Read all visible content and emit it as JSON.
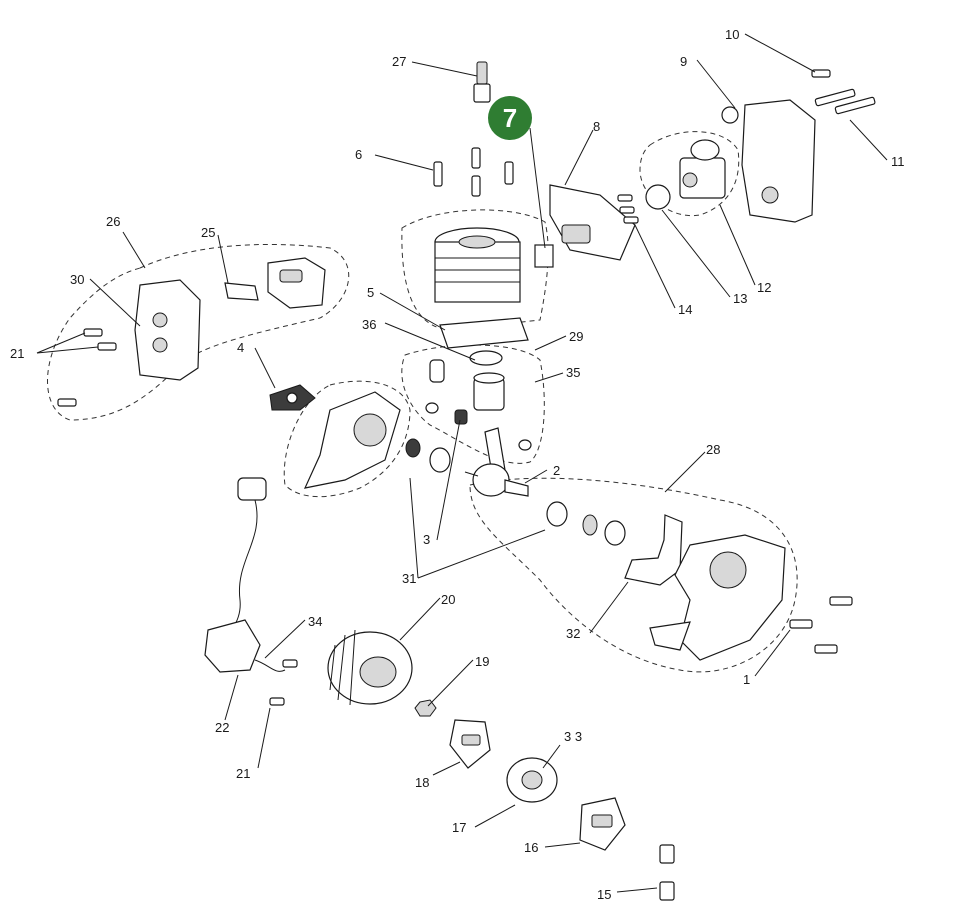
{
  "badge": {
    "label": "7",
    "color": "#2f7d32"
  },
  "callouts": [
    {
      "id": "c1",
      "label": "1"
    },
    {
      "id": "c2",
      "label": "2"
    },
    {
      "id": "c3",
      "label": "3"
    },
    {
      "id": "c4",
      "label": "4"
    },
    {
      "id": "c5",
      "label": "5"
    },
    {
      "id": "c6",
      "label": "6"
    },
    {
      "id": "c8",
      "label": "8"
    },
    {
      "id": "c9",
      "label": "9"
    },
    {
      "id": "c10",
      "label": "10"
    },
    {
      "id": "c11",
      "label": "11"
    },
    {
      "id": "c12",
      "label": "12"
    },
    {
      "id": "c13",
      "label": "13"
    },
    {
      "id": "c14",
      "label": "14"
    },
    {
      "id": "c15",
      "label": "15"
    },
    {
      "id": "c16",
      "label": "16"
    },
    {
      "id": "c17",
      "label": "17"
    },
    {
      "id": "c18",
      "label": "18"
    },
    {
      "id": "c19",
      "label": "19"
    },
    {
      "id": "c20",
      "label": "20"
    },
    {
      "id": "c21a",
      "label": "21"
    },
    {
      "id": "c21b",
      "label": "21"
    },
    {
      "id": "c22",
      "label": "22"
    },
    {
      "id": "c25",
      "label": "25"
    },
    {
      "id": "c26",
      "label": "26"
    },
    {
      "id": "c27",
      "label": "27"
    },
    {
      "id": "c28",
      "label": "28"
    },
    {
      "id": "c29",
      "label": "29"
    },
    {
      "id": "c30",
      "label": "30"
    },
    {
      "id": "c31",
      "label": "31"
    },
    {
      "id": "c32",
      "label": "32"
    },
    {
      "id": "c33",
      "label": "3 3"
    },
    {
      "id": "c34",
      "label": "34"
    },
    {
      "id": "c35",
      "label": "35"
    },
    {
      "id": "c36",
      "label": "36"
    }
  ]
}
